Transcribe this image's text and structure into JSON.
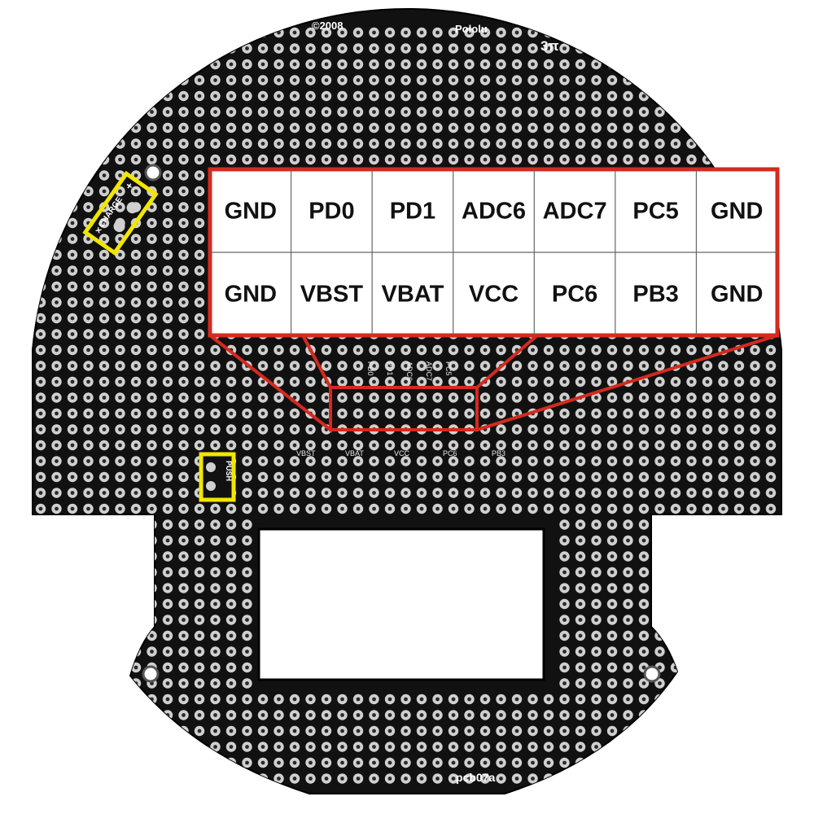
{
  "board": {
    "copyright": "©2008",
    "brand": "Pololu",
    "model": "3π",
    "part_number": "pcb07a",
    "board_color": "#111111",
    "pad_color": "#d0d0d0"
  },
  "silkscreen": {
    "charge_label": "CHARGE",
    "charge_minus": "×",
    "charge_plus": "+",
    "push_label": "PUSH",
    "top_pins": [
      "PD0",
      "PD1",
      "ADC6",
      "ADC7",
      "PC5"
    ],
    "bottom_pins": [
      "VBST",
      "VBAT",
      "VCC",
      "PC6",
      "PB3"
    ]
  },
  "pinout": {
    "border_color": "#d42a1f",
    "top_row": [
      "GND",
      "PD0",
      "PD1",
      "ADC6",
      "ADC7",
      "PC5",
      "GND"
    ],
    "bottom_row": [
      "GND",
      "VBST",
      "VBAT",
      "VCC",
      "PC6",
      "PB3",
      "GND"
    ]
  },
  "highlights": {
    "color": "#f2e600",
    "items": [
      "charge-connector",
      "push-button"
    ]
  }
}
